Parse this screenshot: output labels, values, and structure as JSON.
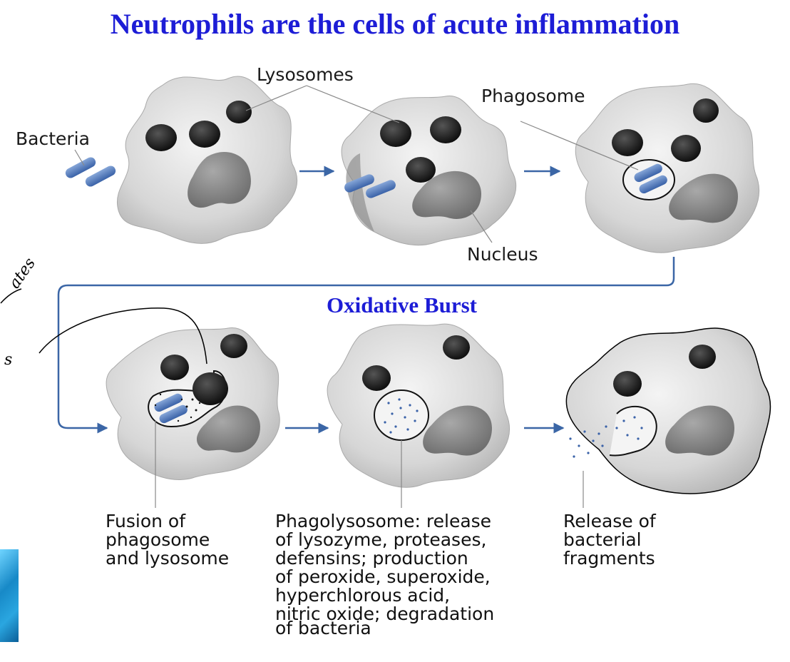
{
  "title": "Neutrophils are the cells of acute inflammation",
  "subtitle": "Oxidative Burst",
  "labels": {
    "bacteria": "Bacteria",
    "lysosomes": "Lysosomes",
    "phagosome": "Phagosome",
    "nucleus": "Nucleus"
  },
  "captions": {
    "fusion": [
      "Fusion of",
      "phagosome",
      "and lysosome"
    ],
    "phagolysosome": [
      "Phagolysosome: release",
      "of lysozyme, proteases,",
      "defensins; production",
      "of peroxide, superoxide,",
      "hyperchlorous acid,",
      "nitric oxide; degradation",
      "of bacteria"
    ],
    "release": [
      "Release of",
      "bacterial",
      "fragments"
    ]
  },
  "handwriting": [
    "ates",
    "s"
  ],
  "colors": {
    "title": "#1d1dd6",
    "arrow": "#3b66a6",
    "cell": "#d9d9d9",
    "bacteria": "#4a72b5"
  }
}
